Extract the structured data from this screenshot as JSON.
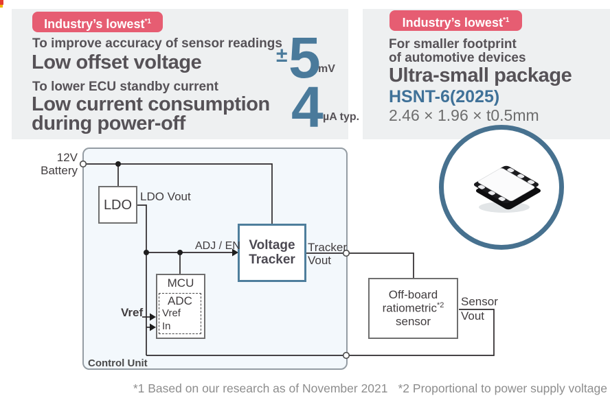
{
  "colors": {
    "accent_red": "#e65d72",
    "accent_blue": "#4a7a9b",
    "package_blue": "#3f7198",
    "panel_gray": "#eef0f1",
    "text_dark": "#565257",
    "note_gray": "#8d8d8d",
    "wire_dark": "#2d292b",
    "tracker_border_blue": "#4e7e9c",
    "circle_border_blue": "#47718f",
    "corner_red": "#e63c2f",
    "corner_yellow": "#f0b400"
  },
  "left_feature": {
    "badge": "Industry’s lowest",
    "badge_sup": "*1",
    "item1": {
      "intro": "To improve accuracy of sensor readings",
      "title": "Low offset voltage",
      "value_prefix": "±",
      "value": "5",
      "unit": "mV"
    },
    "item2": {
      "intro": "To lower ECU standby current",
      "title_line1": "Low current consumption",
      "title_line2": "during power-off",
      "value": "4",
      "unit": "µA typ."
    }
  },
  "right_feature": {
    "badge": "Industry’s lowest",
    "badge_sup": "*1",
    "intro_line1": "For smaller footprint",
    "intro_line2": "of automotive devices",
    "title": "Ultra-small package",
    "package": "HSNT-6(2025)",
    "dimensions": "2.46 × 1.96 × t0.5mm"
  },
  "diagram": {
    "battery_line1": "12V",
    "battery_line2": "Battery",
    "ldo": "LDO",
    "ldo_vout": "LDO Vout",
    "adj_en": "ADJ / EN",
    "vt_line1": "Voltage",
    "vt_line2": "Tracker",
    "tracker_out_line1": "Tracker",
    "tracker_out_line2": "Vout",
    "vref_external": "Vref",
    "mcu": "MCU",
    "adc": "ADC",
    "adc_vref": "Vref",
    "adc_in": "In",
    "control_unit": "Control Unit",
    "sensor_line1": "Off-board",
    "sensor_line2": "ratiometric",
    "sensor_line2_sup": "*2",
    "sensor_line3": "sensor",
    "sensor_out_line1": "Sensor",
    "sensor_out_line2": "Vout"
  },
  "footnotes": {
    "note1": "*1 Based on our research as of November 2021",
    "note2": "*2 Proportional to power supply voltage"
  }
}
